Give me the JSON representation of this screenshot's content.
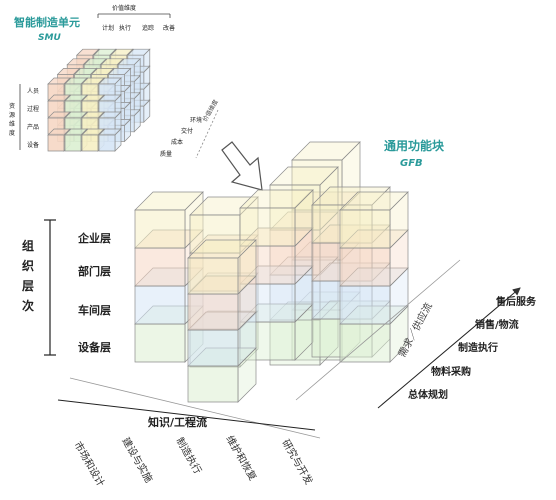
{
  "colors": {
    "yellow": "#f6efc4",
    "orange": "#f6d7c4",
    "green": "#dcefd2",
    "blue": "#d6e6f6",
    "edge": "#8c8c8c",
    "teal_text": "#2a9a9a",
    "dark_text": "#222222"
  },
  "small_cube": {
    "title": "智能制造单元",
    "subtitle": "SMU",
    "top_header": "价值维度",
    "columns": [
      "计划",
      "执行",
      "追踪",
      "改善"
    ],
    "side_header": "资源维度",
    "rows": [
      "人员",
      "过程",
      "产品",
      "设备"
    ],
    "depth_header": "价值维度",
    "depth_items": [
      "环境",
      "交付",
      "成本",
      "质量"
    ]
  },
  "gfb": {
    "title": "通用功能块",
    "subtitle": "GFB"
  },
  "org": {
    "axis_label": "组织层次",
    "layers": [
      "企业层",
      "部门层",
      "车间层",
      "设备层"
    ]
  },
  "supply_chain": {
    "axis_label": "需求／供应流",
    "items": [
      "售后服务",
      "销售/物流",
      "制造执行",
      "物料采购",
      "总体规划"
    ]
  },
  "knowledge": {
    "axis_label": "知识/工程流",
    "items": [
      "市场和设计",
      "建设与实施",
      "制造执行",
      "维护和恢复",
      "研究与开发"
    ]
  }
}
